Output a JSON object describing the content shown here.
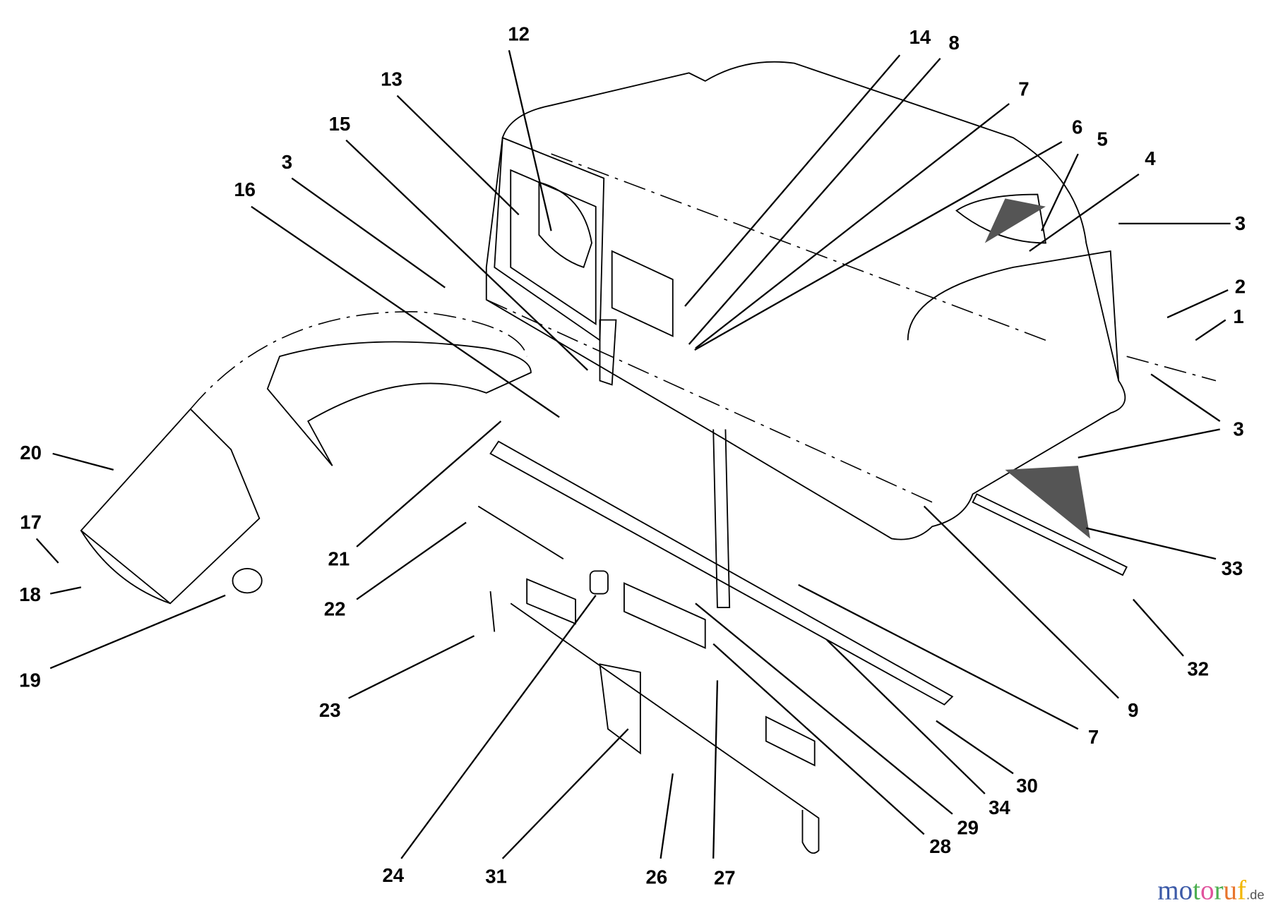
{
  "diagram": {
    "callouts": [
      "12",
      "13",
      "15",
      "3",
      "16",
      "14",
      "8",
      "7",
      "6",
      "5",
      "4",
      "3",
      "2",
      "1",
      "3",
      "20",
      "17",
      "18",
      "19",
      "21",
      "22",
      "23",
      "24",
      "31",
      "26",
      "27",
      "28",
      "29",
      "34",
      "30",
      "7",
      "9",
      "32",
      "33"
    ]
  },
  "watermark": {
    "letters": [
      "m",
      "o",
      "t",
      "o",
      "r",
      "u",
      "f"
    ],
    "letter_colors": [
      "#3c5aa8",
      "#3c5aa8",
      "#4caf50",
      "#e0529c",
      "#4caf50",
      "#e8742c",
      "#f2b600"
    ],
    "suffix": ".de"
  }
}
